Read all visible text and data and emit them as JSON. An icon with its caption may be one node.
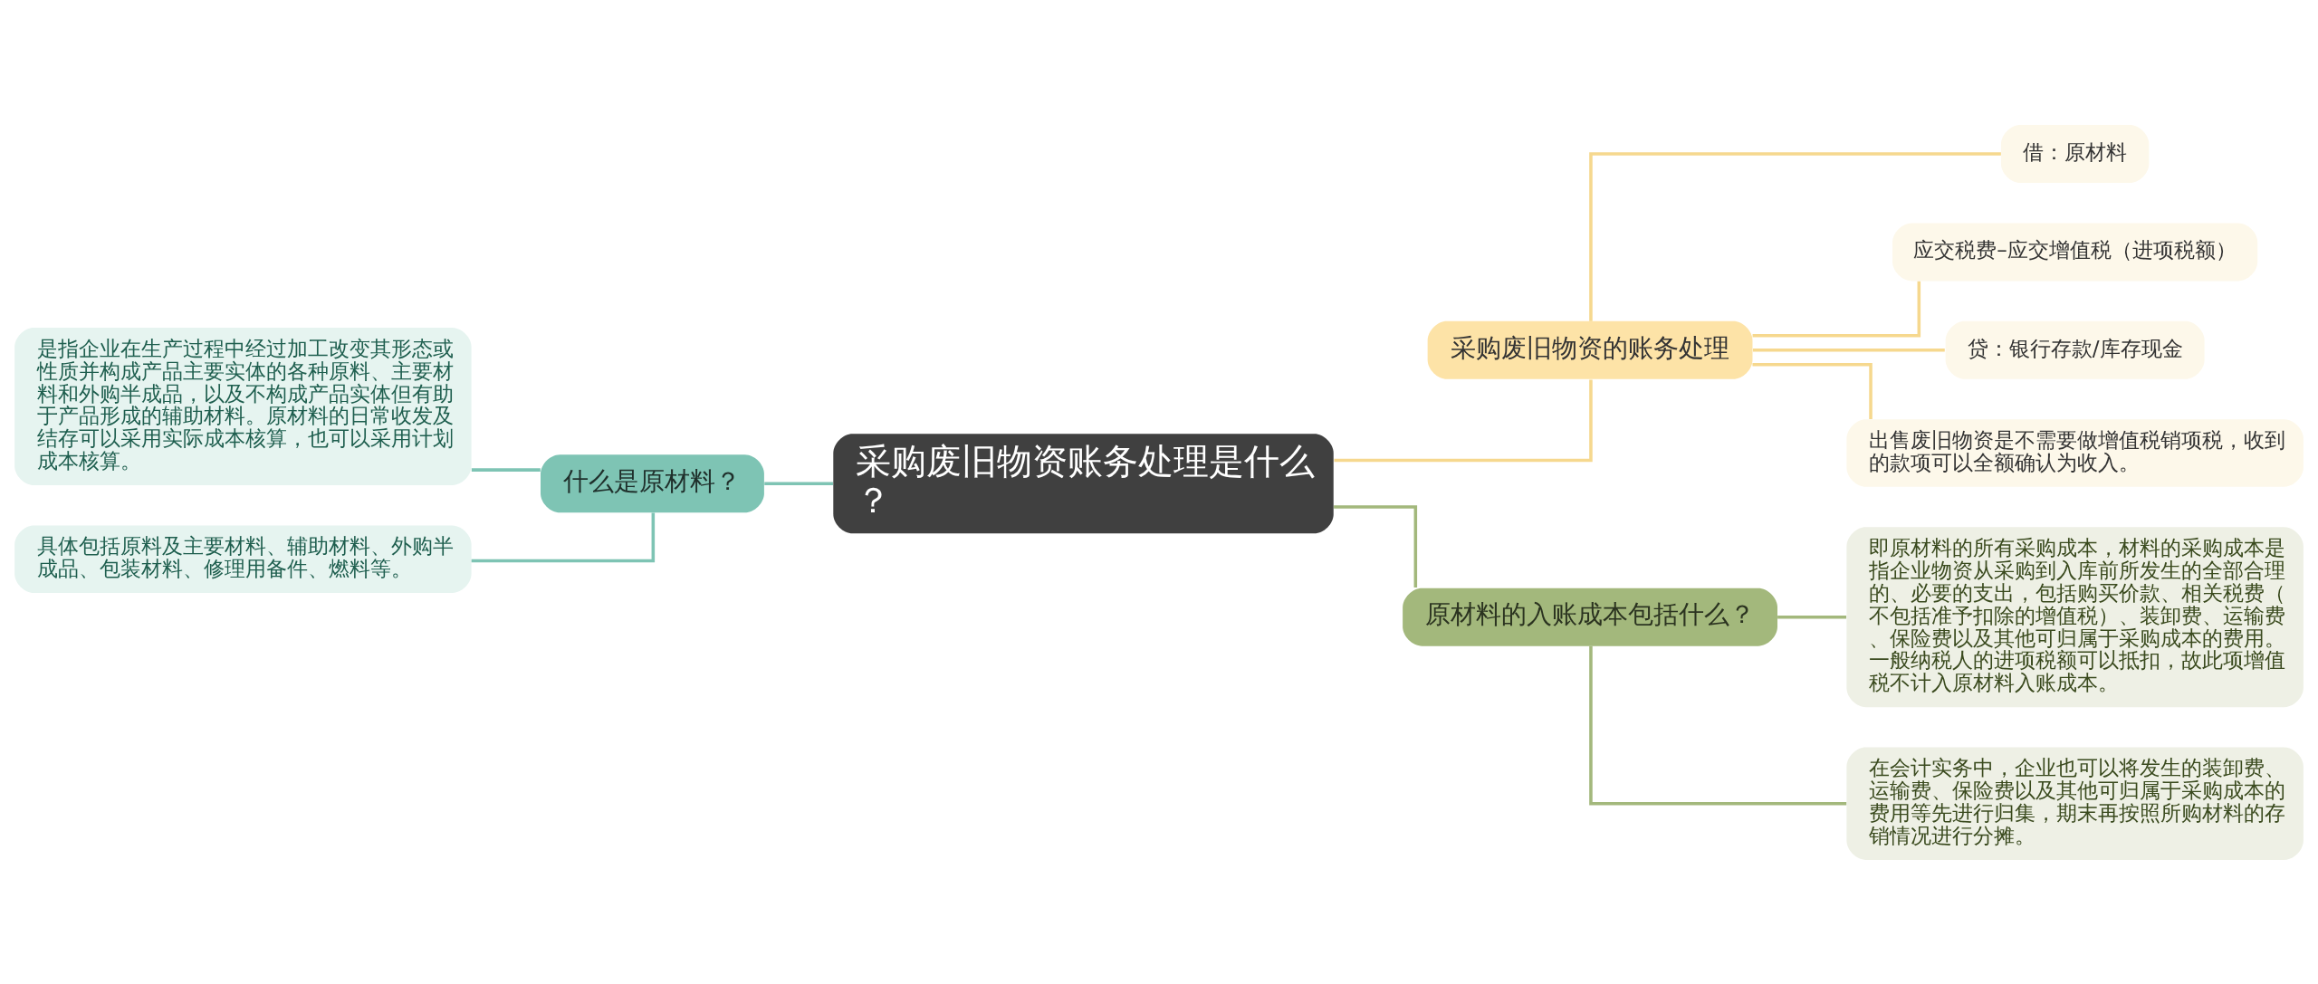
{
  "diagram": {
    "nodes": [
      {
        "text": [
          "采购废旧物资账务处理是什么？"
        ]
      },
      {
        "text": [
          "什么是原材料？"
        ]
      },
      {
        "text": [
          "是指企业在生产过程中经过加工改变其形态或性质并构成产品主要实体的各种原料、主要材料和外购半成品，以及不构成产品实体但有助于产品形成的辅助材料。原材料的日常收发及结存可以采用实际成本核算，也可以采用计划成本核算。"
        ]
      },
      {
        "text": [
          "具体包括原料及主要材料、辅助材料、外购半成品、包装材料、修理用备件、燃料等。"
        ]
      },
      {
        "text": [
          "采购废旧物资的账务处理"
        ]
      },
      {
        "text": [
          "借：原材料"
        ]
      },
      {
        "text": [
          "应交税费–应交增值税（进项税额）"
        ]
      },
      {
        "text": [
          "贷：银行存款/库存现金"
        ]
      },
      {
        "text": [
          "出售废旧物资是不需要做增值税销项税，收到的款项可以全额确认为收入。"
        ]
      },
      {
        "text": [
          "原材料的入账成本包括什么？"
        ]
      },
      {
        "text": [
          "即原材料的所有采购成本，材料的采购成本是指企业物资从采购到入库前所发生的全部合理的、必要的支出，包括购买价款、相关税费（不包括准予扣除的增值税）、装卸费、运输费、保险费以及其他可归属于采购成本的费用。一般纳税人的进项税额可以抵扣，故此项增值税不计入原材料入账成本。"
        ]
      },
      {
        "text": [
          "在会计实务中，企业也可以将发生的装卸费、运输费、保险费以及其他可归属于采购成本的费用等先进行归集，期末再按照所购材料的存销情况进行分摊。"
        ]
      }
    ],
    "edges": [
      {
        "from": 0,
        "to": 1,
        "arrow": "none",
        "color": "#7ec4b4"
      },
      {
        "from": 1,
        "to": 2,
        "arrow": "none",
        "color": "#7ec4b4"
      },
      {
        "from": 1,
        "to": 3,
        "arrow": "none",
        "color": "#7ec4b4"
      },
      {
        "from": 0,
        "to": 4,
        "arrow": "none"
      },
      {
        "from": 4,
        "to": 5,
        "arrow": "none"
      },
      {
        "from": 4,
        "to": 6,
        "arrow": "none"
      },
      {
        "from": 4,
        "to": 7,
        "arrow": "none"
      },
      {
        "from": 4,
        "to": 8,
        "arrow": "none"
      },
      {
        "from": 0,
        "to": 9,
        "arrow": "none",
        "color": "#a3b87c"
      },
      {
        "from": 9,
        "to": 10,
        "arrow": "none",
        "color": "#a3b87c"
      },
      {
        "from": 9,
        "to": 11,
        "arrow": "none",
        "color": "#a3b87c"
      }
    ]
  }
}
